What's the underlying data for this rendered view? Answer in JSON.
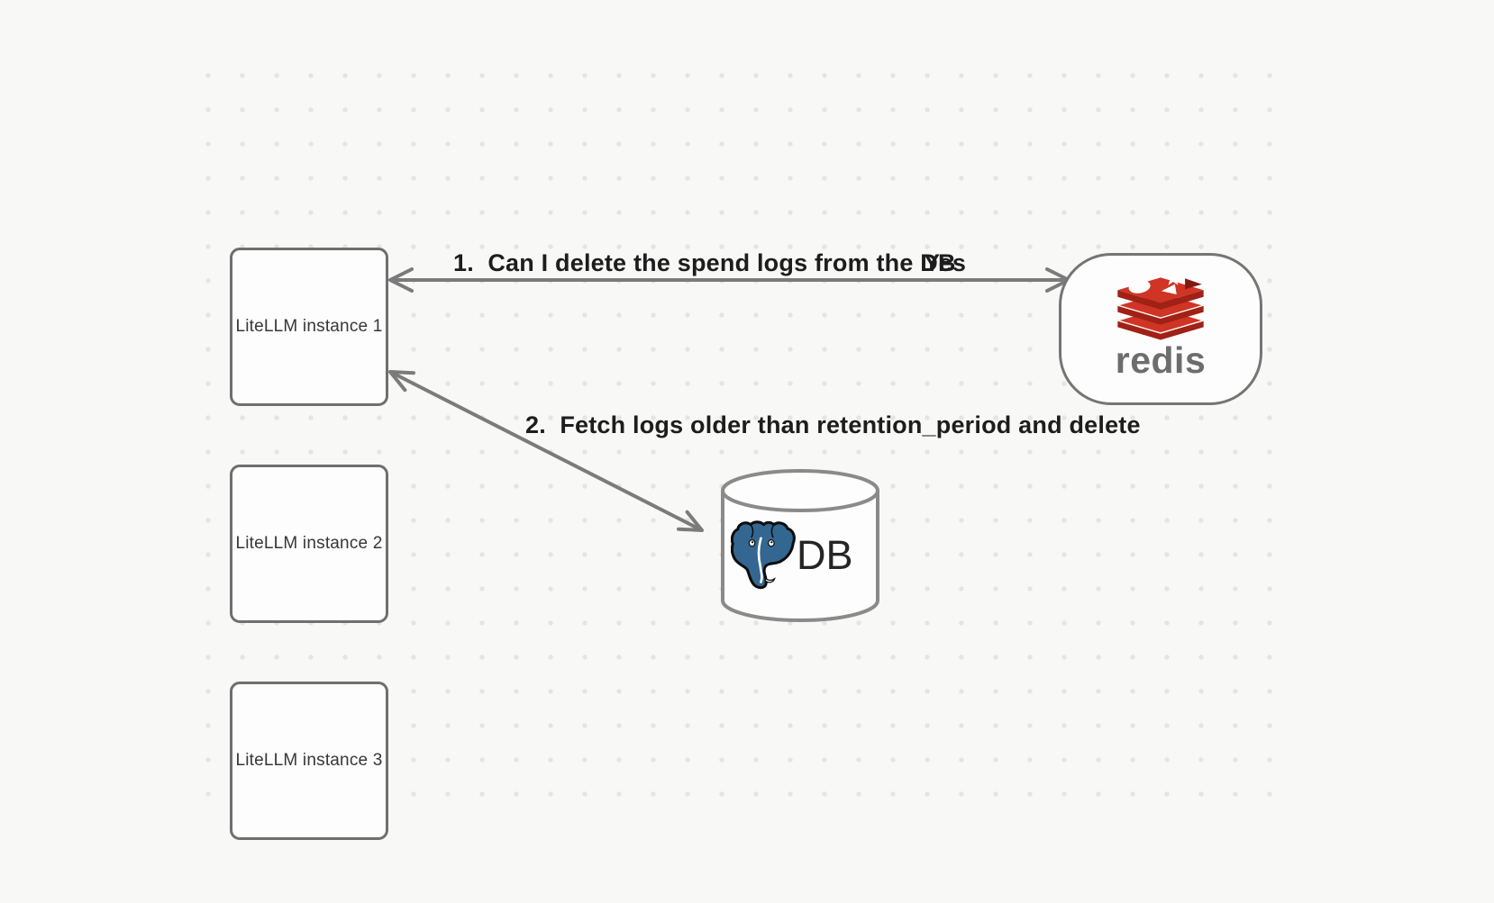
{
  "diagram": {
    "nodes": {
      "instance1": {
        "label": "LiteLLM instance 1"
      },
      "instance2": {
        "label": "LiteLLM instance 2"
      },
      "instance3": {
        "label": "LiteLLM instance 3"
      },
      "redis": {
        "name": "redis"
      },
      "db": {
        "label": "DB"
      }
    },
    "edges": {
      "redis_query": {
        "label": "1.  Can I delete the spend logs from the DB",
        "answer": "Yes"
      },
      "db_fetch": {
        "label": "2.  Fetch logs older than retention_period and delete"
      }
    },
    "icons": {
      "redis": "redis-stack-logo-icon",
      "postgres": "postgresql-elephant-icon",
      "database": "database-cylinder-icon"
    },
    "colors": {
      "background": "#f8f8f7",
      "grid_dot": "#e5e4e1",
      "shape_border": "#6f6f6f",
      "arrow": "#7b7b7b",
      "edge_label_text": "#1d1d1d",
      "node_label_text": "#373737",
      "redis_red": "#cf3424",
      "redis_dark_red": "#a02115",
      "redis_wordmark_gray": "#6d6d6d",
      "postgres_blue": "#336791"
    }
  }
}
